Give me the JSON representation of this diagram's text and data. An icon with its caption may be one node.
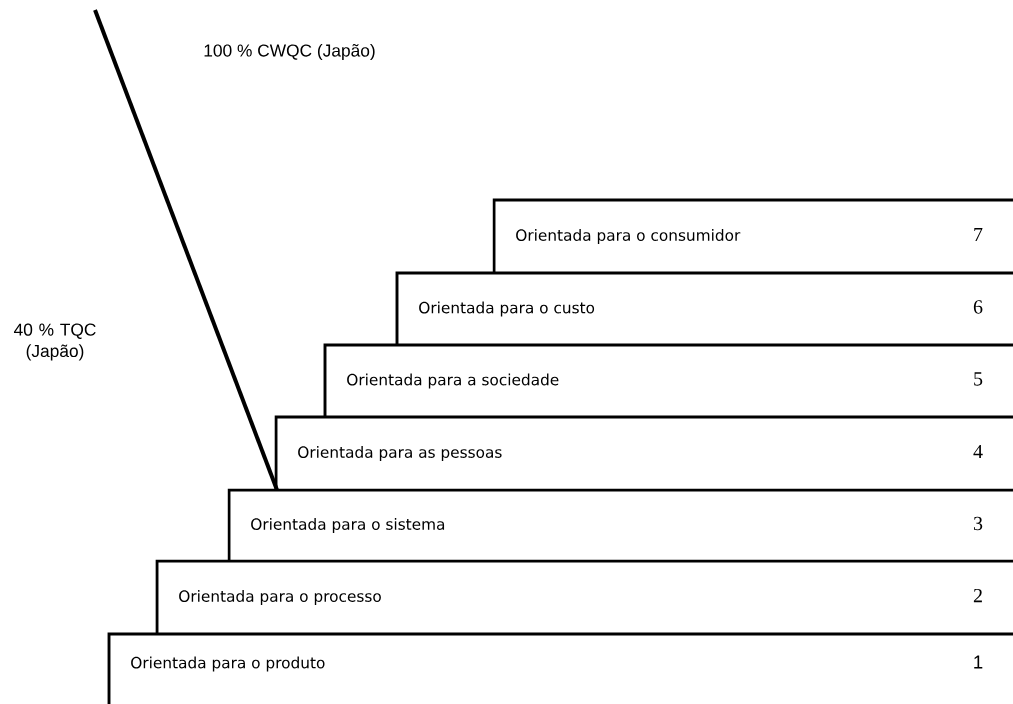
{
  "diagram": {
    "nodes": [
      {
        "text": [
          "Orientada para o consumidor",
          "7"
        ]
      },
      {
        "text": [
          "Orientada para o custo",
          "6"
        ]
      },
      {
        "text": [
          "Orientada para a sociedade",
          "5"
        ]
      },
      {
        "text": [
          "Orientada para as pessoas",
          "4"
        ]
      },
      {
        "text": [
          "Orientada para o sistema",
          "3"
        ]
      },
      {
        "text": [
          "Orientada para o processo",
          "2"
        ]
      },
      {
        "text": [
          "Orientada para o produto",
          "1"
        ]
      }
    ],
    "edges": [],
    "labels": [
      "100 % CWQC (Japão)",
      "40 % TQC (Japão)"
    ]
  }
}
